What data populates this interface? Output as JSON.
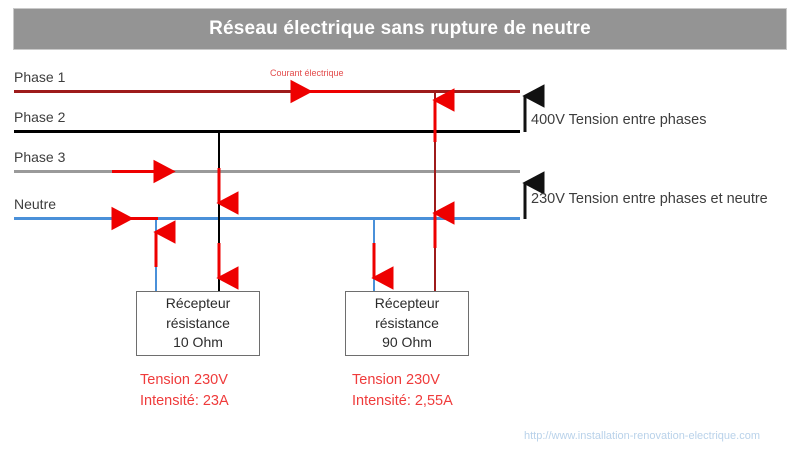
{
  "title": "Réseau électrique sans rupture de neutre",
  "diagram": {
    "current_label": "Courant électrique",
    "buses": [
      {
        "name": "phase-1",
        "label": "Phase 1",
        "color": "#9e1b1b"
      },
      {
        "name": "phase-2",
        "label": "Phase 2",
        "color": "#000000"
      },
      {
        "name": "phase-3",
        "label": "Phase 3",
        "color": "#9a9a9a"
      },
      {
        "name": "neutre",
        "label": "Neutre",
        "color": "#4a90d9"
      }
    ],
    "voltages": [
      {
        "name": "between-phases",
        "label": "400V Tension entre phases"
      },
      {
        "name": "phase-neutral",
        "label": "230V Tension entre phases et neutre"
      }
    ],
    "receptors": [
      {
        "name": "receptor-left",
        "line1": "Récepteur",
        "line2": "résistance",
        "line3": "10 Ohm",
        "caption_voltage": "Tension 230V",
        "caption_current": "Intensité: 23A"
      },
      {
        "name": "receptor-right",
        "line1": "Récepteur",
        "line2": "résistance",
        "line3": "90 Ohm",
        "caption_voltage": "Tension 230V",
        "caption_current": "Intensité: 2,55A"
      }
    ]
  },
  "footer": {
    "url": "http://www.installation-renovation-electrique.com"
  },
  "colors": {
    "arrow_red": "#ee0000",
    "title_bg": "#949494",
    "neutral_blue": "#4a90d9",
    "phase1_red": "#9e1b1b"
  }
}
